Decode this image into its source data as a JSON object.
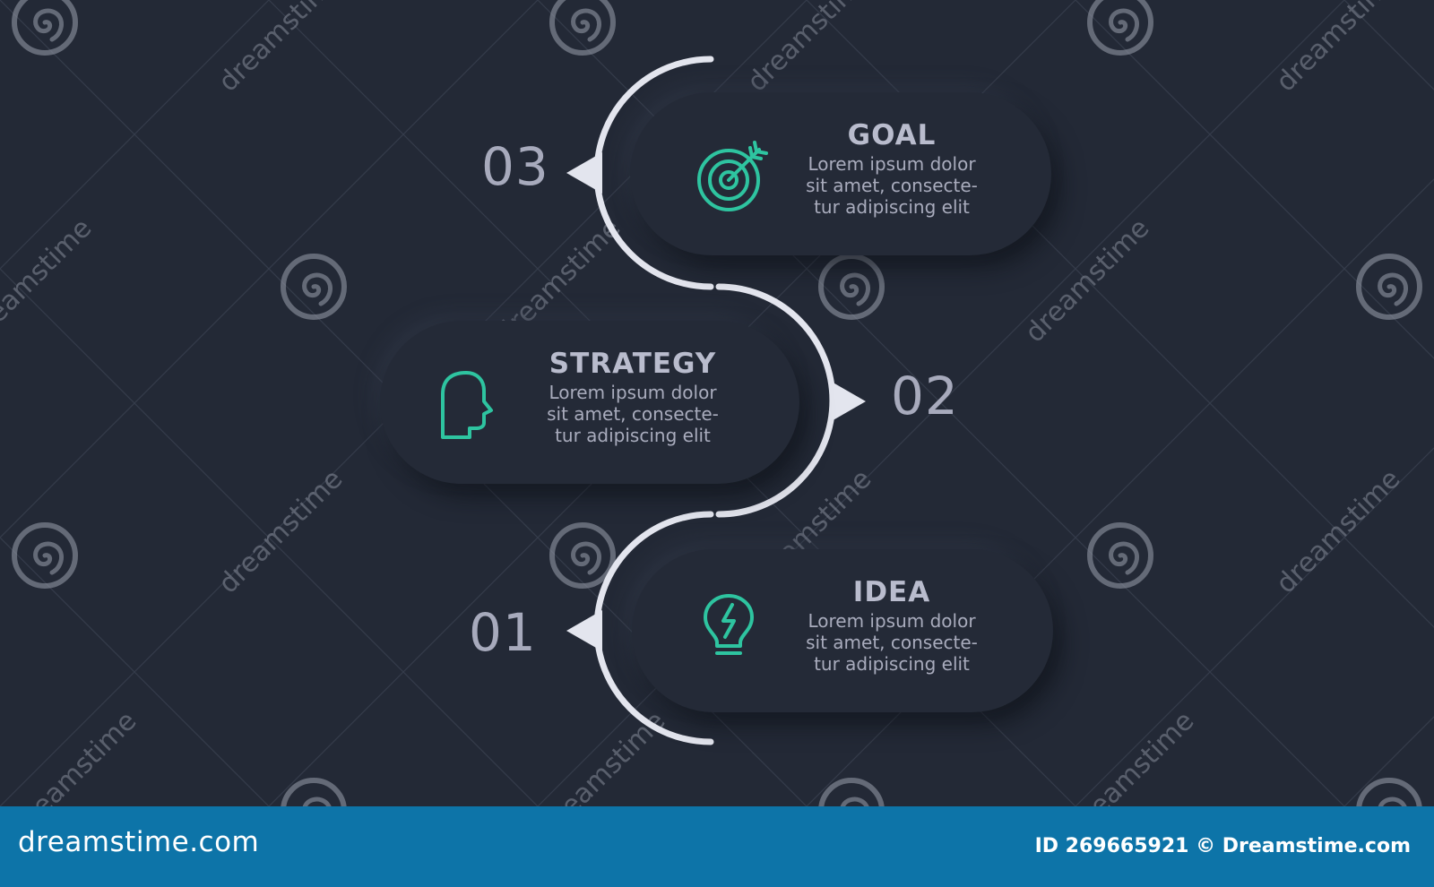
{
  "steps": [
    {
      "number": "03",
      "title": "GOAL",
      "lines": [
        "Lorem ipsum dolor",
        "sit amet, consecte-",
        "tur adipiscing elit"
      ],
      "icon": "target-icon"
    },
    {
      "number": "02",
      "title": "STRATEGY",
      "lines": [
        "Lorem ipsum dolor",
        "sit amet, consecte-",
        "tur adipiscing elit"
      ],
      "icon": "head-profile-icon"
    },
    {
      "number": "01",
      "title": "IDEA",
      "lines": [
        "Lorem ipsum dolor",
        "sit amet, consecte-",
        "tur adipiscing elit"
      ],
      "icon": "lightbulb-icon"
    }
  ],
  "watermark": {
    "text": "dreamstime"
  },
  "footer": {
    "brand": "dreamstime.com",
    "id_text": "ID 269665921 © Dreamstime.com"
  },
  "colors": {
    "background": "#232936",
    "accent": "#2ec4a0",
    "connector": "#e3e5ee",
    "footer": "#0d74a8"
  }
}
